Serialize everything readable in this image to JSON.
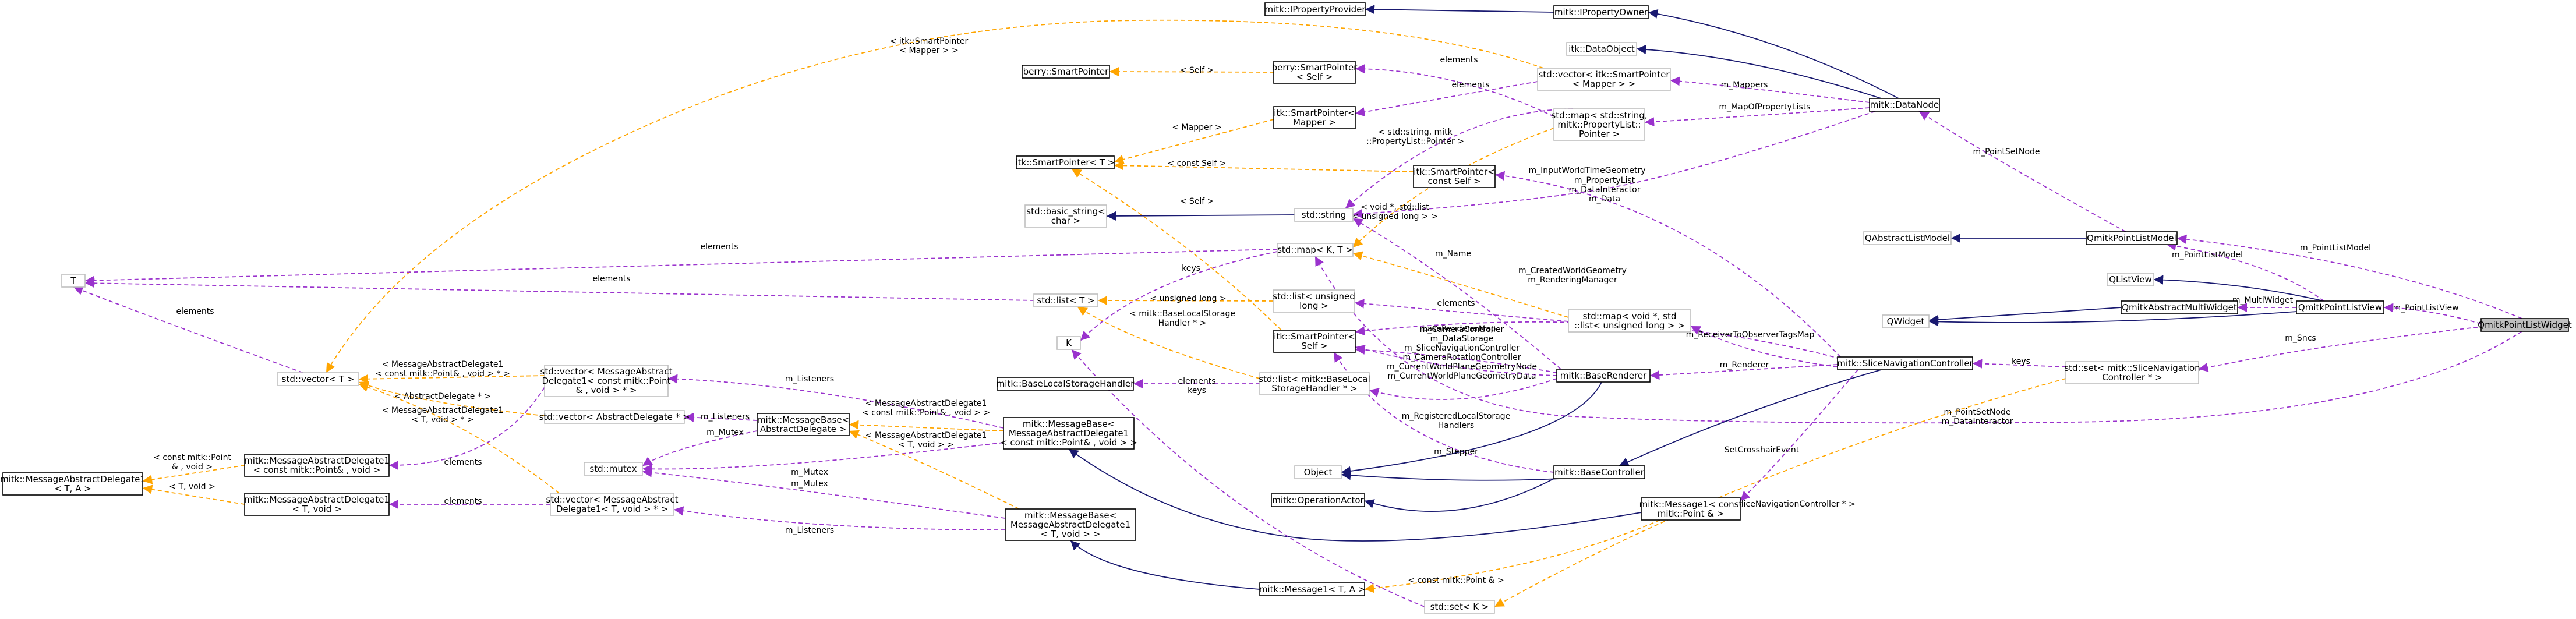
{
  "colors": {
    "inheritance": "#191970",
    "usage": "#9a32cd",
    "template": "#ffa500",
    "node_border": "#000000",
    "external_border": "#bfbfbf",
    "root_fill": "#bfbfbf"
  },
  "nodes": {
    "qmitk_point_list_widget": "QmitkPointListWidget",
    "qwidget": "QWidget",
    "qmitk_abstract_multi_widget": "QmitkAbstractMultiWidget",
    "qmitk_point_list_view": "QmitkPointListView",
    "qlist_view": "QListView",
    "qmitk_point_list_model": "QmitkPointListModel",
    "qabstract_list_model": "QAbstractListModel",
    "std_set_slice_nav": [
      "std::set< mitk::SliceNavigation",
      "Controller * >"
    ],
    "mitk_slice_navigation_controller": "mitk::SliceNavigationController",
    "mitk_data_node": "mitk::DataNode",
    "itk_data_object": "itk::DataObject",
    "mitk_iproperty_owner": "mitk::IPropertyOwner",
    "mitk_iproperty_provider": "mitk::IPropertyProvider",
    "std_vector_itk_smartpointer_mapper": [
      "std::vector< itk::SmartPointer",
      "< Mapper > >"
    ],
    "berry_smartpointer_self": [
      "berry::SmartPointer",
      "< Self >"
    ],
    "berry_smartpointer": "berry::SmartPointer",
    "itk_smartpointer_mapper": [
      "itk::SmartPointer<",
      "Mapper >"
    ],
    "std_map_string_propertylist": [
      "std::map< std::string,",
      "mitk::PropertyList::",
      "Pointer >"
    ],
    "itk_smartpointer_t": "itk::SmartPointer< T >",
    "itk_smartpointer_const_self": [
      "itk::SmartPointer<",
      "const Self >"
    ],
    "std_basic_string": [
      "std::basic_string<",
      "char >"
    ],
    "std_string": "std::string",
    "std_map_kt": "std::map< K, T >",
    "t_node": "T",
    "std_list_t": "std::list< T >",
    "std_list_unsigned_long": [
      "std::list< unsigned",
      "long >"
    ],
    "std_map_void_list": [
      "std::map< void *, std",
      "::list< unsigned long > >"
    ],
    "k_node": "K",
    "itk_smartpointer_self": [
      "itk::SmartPointer<",
      "Self >"
    ],
    "mitk_base_local_storage_handler": "mitk::BaseLocalStorageHandler",
    "std_list_mitk_base_local_storage_handler": [
      "std::list< mitk::BaseLocal",
      "StorageHandler * >"
    ],
    "mitk_base_renderer": "mitk::BaseRenderer",
    "std_vector_t": "std::vector< T >",
    "std_vector_message_abstract_delegate_point": [
      "std::vector< MessageAbstract",
      "Delegate1< const mitk::Point",
      "& , void > * >"
    ],
    "std_vector_abstract_delegate": "std::vector< AbstractDelegate * >",
    "mitk_message_base_abstract_delegate": [
      "mitk::MessageBase<",
      "AbstractDelegate >"
    ],
    "mitk_message_base_point": [
      "mitk::MessageBase<",
      "MessageAbstractDelegate1",
      "< const mitk::Point& , void > >"
    ],
    "std_mutex": "std::mutex",
    "mitk_message_abstract_delegate1_point": [
      "mitk::MessageAbstractDelegate1",
      "< const mitk::Point& , void >"
    ],
    "mitk_message_abstract_delegate1_ta": [
      "mitk::MessageAbstractDelegate1",
      "< T, A >"
    ],
    "mitk_message_abstract_delegate1_tvoid": [
      "mitk::MessageAbstractDelegate1",
      "< T, void >"
    ],
    "std_vector_message_abstract_delegate_tvoid": [
      "std::vector< MessageAbstract",
      "Delegate1< T, void > * >"
    ],
    "mitk_message_base_tvoid": [
      "mitk::MessageBase<",
      "MessageAbstractDelegate1",
      "< T, void > >"
    ],
    "mitk_message1_ta": "mitk::Message1< T, A >",
    "object_node": "Object",
    "mitk_operation_actor": "mitk::OperationActor",
    "mitk_base_controller": "mitk::BaseController",
    "mitk_message1_point": [
      "mitk::Message1< const",
      "mitk::Point & >"
    ],
    "std_set_k": "std::set< K >"
  },
  "edge_labels": {
    "m_point_list_view": "m_PointListView",
    "m_point_list_model_a": "m_PointListModel",
    "m_point_list_model_b": "m_PointListModel",
    "m_multi_widget": "m_MultiWidget",
    "m_snc": "m_Sncs",
    "m_point_set_node": "m_PointSetNode",
    "m_point_set_node_interactor": [
      "m_PointSetNode",
      "m_DataInteractor"
    ],
    "m_mappers": "m_Mappers",
    "m_map_of_property_lists": "m_MapOfPropertyLists",
    "itk_smartpointer_mapper_self": [
      "< itk::SmartPointer",
      "< Mapper > >"
    ],
    "elements_a": "elements",
    "self_a": "< Self >",
    "elements_b": "elements",
    "mapper_t": "< Mapper >",
    "keys_a": "keys",
    "string_propertylist": [
      "< std::string, mitk",
      "::PropertyList::Pointer >"
    ],
    "const_self": "< const Self >",
    "m_input_world_time_geometry": "m_InputWorldTimeGeometry",
    "self_b": "< Self >",
    "void_list": [
      "< void *, std::list",
      "< unsigned long > >"
    ],
    "property_list_interactor_data": [
      "m_PropertyList",
      "m_DataInteractor",
      "m_Data"
    ],
    "elements_c": "elements",
    "elements_d": "elements",
    "m_name": "m_Name",
    "keys_b": "keys",
    "unsigned_long": "< unsigned long >",
    "created_world_geometry": [
      "m_CreatedWorldGeometry",
      "m_RenderingManager"
    ],
    "elements_e": "elements",
    "base_local_storage_handler": [
      "< mitk::BaseLocalStorage",
      "Handler * >"
    ],
    "m_receiver_to_observer_tags_map": "m_ReceiverToObserverTagsMap",
    "base_renderer_map": "baseRendererMap",
    "keys_c": "keys",
    "elements_f": "elements",
    "keys_d": "keys",
    "camera_controller": [
      "m_CameraController",
      "m_DataStorage",
      "m_SliceNavigationController",
      "m_CameraRotationController",
      "m_CurrentWorldPlaneGeometryNode",
      "m_CurrentWorldPlaneGeometryData"
    ],
    "m_renderer": "m_Renderer",
    "registered_local_storage": [
      "m_RegisteredLocalStorage",
      "Handlers"
    ],
    "m_stepper": "m_Stepper",
    "set_crosshair_event": "SetCrosshairEvent",
    "slice_navigation_controller_ptr": "< mitk::SliceNavigationController * >",
    "const_point_ref": "< const mitk::Point & >",
    "elements_g": "elements",
    "m_listeners_a": "m_Listeners",
    "message_abstract_delegate_point": [
      "< MessageAbstractDelegate1",
      "< const mitk::Point& , void > * >"
    ],
    "abstract_delegate_ptr": "< AbstractDelegate * >",
    "message_abstract_delegate_tvoid_ptr": [
      "< MessageAbstractDelegate1",
      "< T, void > * >"
    ],
    "m_listeners_b": "m_Listeners",
    "m_mutex_a": "m_Mutex",
    "message_abstract_delegate_point_b": [
      "< MessageAbstractDelegate1",
      "< const mitk::Point& , void > >"
    ],
    "message_abstract_delegate_tvoid_b": [
      "< MessageAbstractDelegate1",
      "< T, void > >"
    ],
    "m_mutex_b": "m_Mutex",
    "m_mutex_c": "m_Mutex",
    "elements_h": "elements",
    "const_point_void": [
      "< const mitk::Point",
      "& , void >"
    ],
    "t_void": "< T, void >",
    "elements_i": "elements",
    "m_listeners_c": "m_Listeners",
    "elements_j": "elements"
  }
}
